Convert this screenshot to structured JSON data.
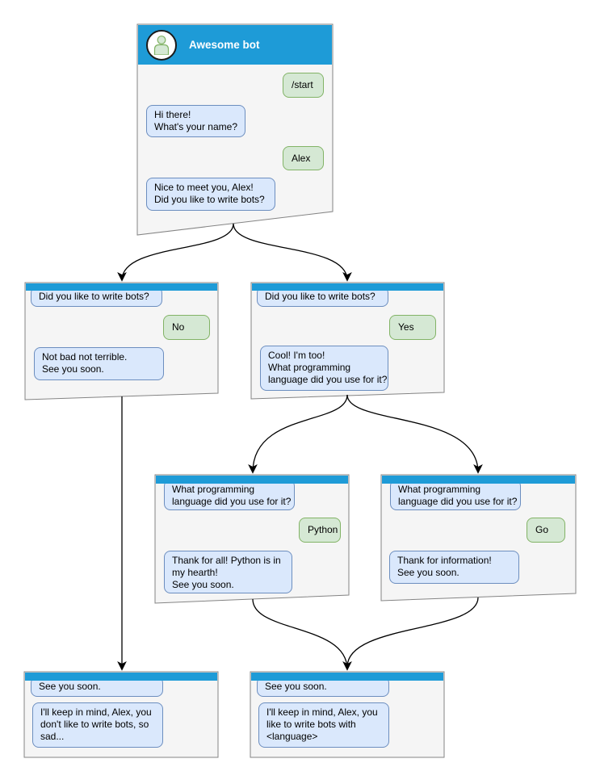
{
  "diagram": {
    "type": "chatbot-conversation-flowchart",
    "palette": {
      "header_blue": "#1e9bd7",
      "window_bg": "#f5f5f5",
      "window_border": "#848484",
      "bot_bubble_fill": "#dae8fc",
      "bot_bubble_border": "#6c8ebf",
      "user_bubble_fill": "#d5e8d4",
      "user_bubble_border": "#82b366",
      "edge_color": "#000000"
    },
    "windows": {
      "root": {
        "title": "Awesome bot",
        "avatar_icon": "person-icon",
        "messages": {
          "start": "/start",
          "hi": "Hi there!\nWhat's your name?",
          "alex": "Alex",
          "nice": "Nice to meet you, Alex!\nDid you like to write bots?"
        }
      },
      "no_branch": {
        "messages": {
          "question": "Did you like to write bots?",
          "answer": "No",
          "reply": "Not bad not terrible.\nSee you soon."
        }
      },
      "yes_branch": {
        "messages": {
          "question": "Did you like to write bots?",
          "answer": "Yes",
          "reply": "Cool! I'm too!\nWhat programming\nlanguage did you use for it?"
        }
      },
      "python_branch": {
        "messages": {
          "question": "What programming\nlanguage did you use for it?",
          "answer": "Python",
          "reply": "Thank for all! Python is in\nmy hearth!\nSee you soon."
        }
      },
      "go_branch": {
        "messages": {
          "question": "What programming\nlanguage did you use for it?",
          "answer": "Go",
          "reply": "Thank for information!\nSee you soon."
        }
      },
      "end_no": {
        "messages": {
          "question": "See you soon.",
          "reply": "I'll keep in mind, Alex, you\ndon't like to write bots, so\nsad..."
        }
      },
      "end_yes": {
        "messages": {
          "question": "See you soon.",
          "reply": "I'll keep in mind, Alex, you\nlike to write bots with\n<language>"
        }
      }
    },
    "edges": [
      {
        "from": "root",
        "to": "no_branch"
      },
      {
        "from": "root",
        "to": "yes_branch"
      },
      {
        "from": "yes_branch",
        "to": "python_branch"
      },
      {
        "from": "yes_branch",
        "to": "go_branch"
      },
      {
        "from": "no_branch",
        "to": "end_no"
      },
      {
        "from": "python_branch",
        "to": "end_yes"
      },
      {
        "from": "go_branch",
        "to": "end_yes"
      }
    ]
  }
}
